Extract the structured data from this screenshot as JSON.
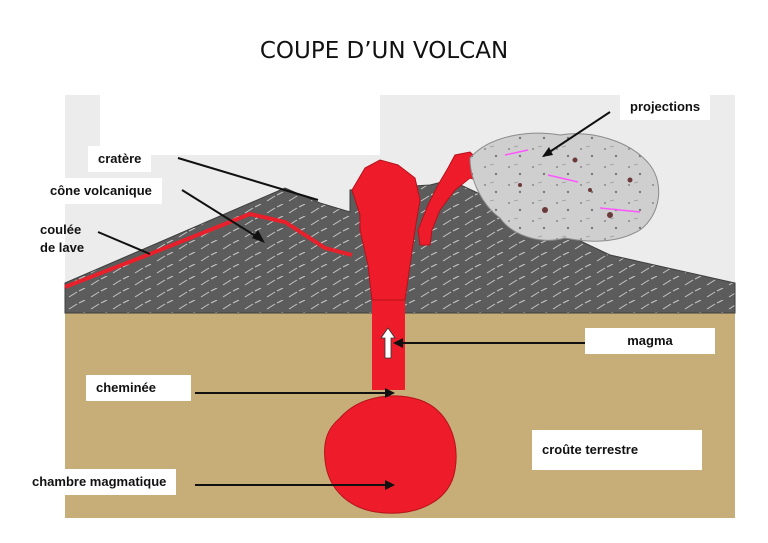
{
  "diagram": {
    "title": "COUPE D’UN VOLCAN",
    "labels": {
      "projections": "projections",
      "crater": "cratère",
      "cone": "cône volcanique",
      "lava_flow_line1": "coulée",
      "lava_flow_line2": "de lave",
      "magma": "magma",
      "chimney": "cheminée",
      "magma_chamber": "chambre magmatique",
      "crust": "croûte terrestre"
    }
  }
}
